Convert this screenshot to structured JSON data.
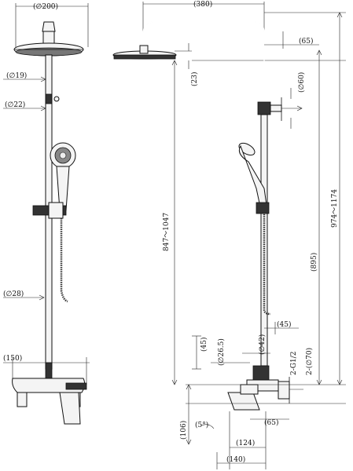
{
  "dimensions": {
    "head_diameter": "(∅200)",
    "rail_top_diameter": "(∅19)",
    "rail_mid_diameter": "(∅22)",
    "rail_low_diameter": "(∅28)",
    "mixer_width": "(150)",
    "arm_reach": "(380)",
    "arm_offset": "(65)",
    "head_drop": "(23)",
    "bracket_diameter": "(∅60)",
    "slide_range": "847～1047",
    "total_height": "974～1174",
    "rail_height": "(895)",
    "spout_offset": "(45)",
    "thread_top": "(45)",
    "pipe_diameter": "(∅26.5)",
    "connector_diameter": "(∅42)",
    "thread_spec": "2-G1/2",
    "flange_diameter": "2-(∅70)",
    "angle": "(5°)",
    "base_height": "(106)",
    "body_width": "(124)",
    "total_depth": "(140)",
    "outlet_offset": "(65)"
  }
}
